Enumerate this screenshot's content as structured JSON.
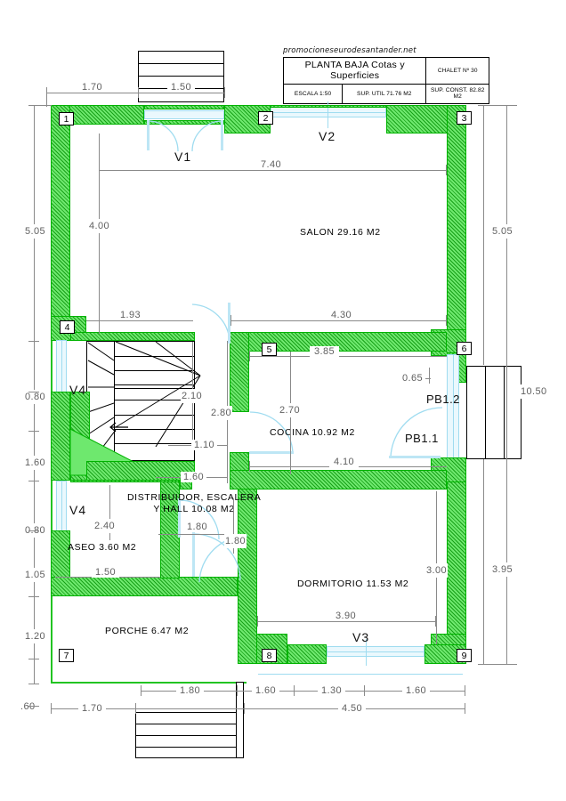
{
  "titleblock": {
    "site_url": "promocioneseurodesantander.net",
    "drawing_title": "PLANTA BAJA Cotas y Superficies",
    "chalet": "CHALET Nº 30",
    "scale": "ESCALA 1:50",
    "sup_util": "SUP. UTIL 71.76 M2",
    "sup_const": "SUP. CONST. 82.82 M2"
  },
  "rooms": {
    "salon": "SALON 29.16 M2",
    "cocina": "COCINA 10.92 M2",
    "distribuidor_l1": "DISTRIBUIDOR, ESCALERA",
    "distribuidor_l2": "Y HALL 10.08 M2",
    "aseo": "ASEO 3.60 M2",
    "porche": "PORCHE 6.47 M2",
    "dormitorio": "DORMITORIO 11.53 M2"
  },
  "windows": {
    "v1": "V1",
    "v2": "V2",
    "v3": "V3",
    "v4_upper": "V4",
    "v4_lower": "V4"
  },
  "bath_tags": {
    "pb11": "PB1.1",
    "pb12": "PB1.2"
  },
  "corner_tags": {
    "t1": "1",
    "t2": "2",
    "t3": "3",
    "t4": "4",
    "t5": "5",
    "t6": "6",
    "t7": "7",
    "t8": "8",
    "t9": "9"
  },
  "dimensions": {
    "top_1": "1.70",
    "top_2": "1.50",
    "interior_width_740": "7.40",
    "interior_400": "4.00",
    "interior_193": "1.93",
    "interior_430": "4.30",
    "interior_385": "3.85",
    "interior_065": "0.65",
    "interior_210": "2.10",
    "interior_280": "2.80",
    "interior_270": "2.70",
    "interior_110": "1.10",
    "interior_160_mid": "1.60",
    "interior_410": "4.10",
    "interior_240": "2.40",
    "interior_180_mid": "1.80",
    "interior_180_vert": "1.80",
    "interior_150_aseo": "1.50",
    "interior_300": "3.00",
    "interior_390": "3.90",
    "left_505": "5.05",
    "left_080_a": "0.80",
    "left_160": "1.60",
    "left_080_b": "0.80",
    "left_105": "1.05",
    "left_120": "1.20",
    "left_060": ".60",
    "right_505": "5.05",
    "right_1050": "10.50",
    "right_395": "3.95",
    "bottom_170": "1.70",
    "bottom_180": "1.80",
    "bottom_160_a": "1.60",
    "bottom_130": "1.30",
    "bottom_160_b": "1.60",
    "bottom_450": "4.50"
  },
  "colors": {
    "wall_fill": "#6ee86e",
    "wall_hatch": "#18a018",
    "wall_outline": "#00b300",
    "opening": "#9fdcf0",
    "dimension": "#8a8a8a",
    "text": "#000000"
  }
}
